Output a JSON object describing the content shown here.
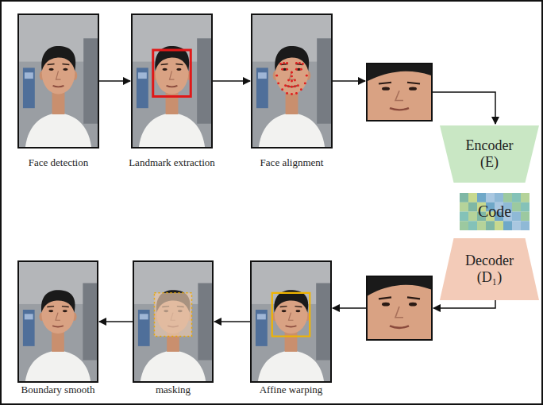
{
  "diagram": {
    "nodes": [
      {
        "text": [
          "Face detection"
        ]
      },
      {
        "text": [
          "Landmark extraction"
        ]
      },
      {
        "text": [
          "Face alignment"
        ]
      },
      {
        "text": [
          "Encoder (E)"
        ]
      },
      {
        "text": [
          "Code"
        ]
      },
      {
        "text": [
          "Decoder (D₁)"
        ]
      },
      {
        "text": [
          "Boundary smooth"
        ]
      },
      {
        "text": [
          "masking"
        ]
      },
      {
        "text": [
          "Affine warping"
        ]
      }
    ],
    "edges": [
      {
        "from": 0,
        "to": 1,
        "arrow": "to"
      },
      {
        "from": 1,
        "to": 2,
        "arrow": "to"
      },
      {
        "from": 8,
        "to": 7,
        "arrow": "to"
      },
      {
        "from": 7,
        "to": 6,
        "arrow": "to"
      }
    ]
  }
}
